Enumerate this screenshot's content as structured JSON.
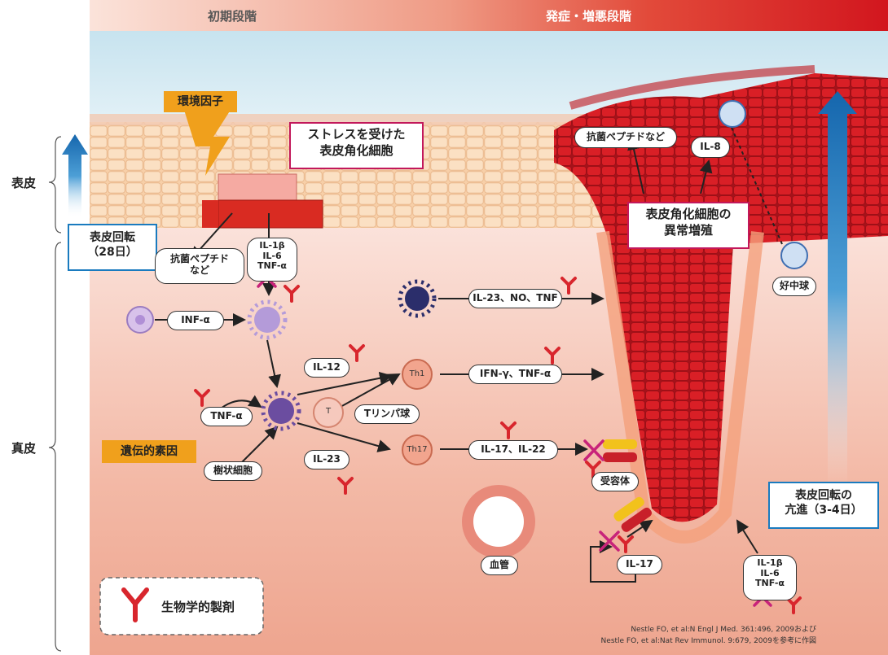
{
  "phases": {
    "early": "初期段階",
    "late": "発症・増悪段階"
  },
  "side_labels": {
    "epidermis": "表皮",
    "dermis": "真皮"
  },
  "boxes": {
    "environment": "環境因子",
    "stressed": [
      "ストレスを受けた",
      "表皮角化細胞"
    ],
    "abnormal": [
      "表皮角化細胞の",
      "異常増殖"
    ],
    "turnover_normal": [
      "表皮回転",
      "（28日）"
    ],
    "turnover_fast": [
      "表皮回転の",
      "亢進（3-4日）"
    ],
    "genetic": "遺伝的素因"
  },
  "pills": {
    "amp_left": [
      "抗菌ペプチド",
      "など"
    ],
    "amp_right": "抗菌ペプチドなど",
    "il8": "IL-8",
    "cytokines_top": [
      "IL-1β",
      "IL-6",
      "TNF-α"
    ],
    "cytokines_bottom": [
      "IL-1β",
      "IL-6",
      "TNF-α"
    ],
    "inf": "INF-α",
    "il12": "IL-12",
    "tnf": "TNF-α",
    "il23": "IL-23",
    "tcell": "Tリンパ球",
    "dendritic": "樹状細胞",
    "il23_no_tnf": "IL-23、NO、TNF",
    "ifn_tnf": "IFN-γ、TNF-α",
    "il17_il22": "IL-17、IL-22",
    "receptor": "受容体",
    "il17": "IL-17",
    "vessel": "血管",
    "neutrophil": "好中球"
  },
  "cells": {
    "t": "T",
    "th1": "Th1",
    "th17": "Th17"
  },
  "legend": {
    "label": "生物学的製剤"
  },
  "citation": [
    "Nestle FO, et al:N Engl J Med. 361:496, 2009および",
    "Nestle FO, et al:Nat Rev Immunol. 9:679, 2009を参考に作図"
  ],
  "colors": {
    "drug_red": "#d8262d",
    "cross": "#c8237a",
    "lesion": "#d61f26",
    "arrow_blue": "#1a7bbf",
    "box_red": "#c2185b",
    "orange": "#f0a01c"
  }
}
